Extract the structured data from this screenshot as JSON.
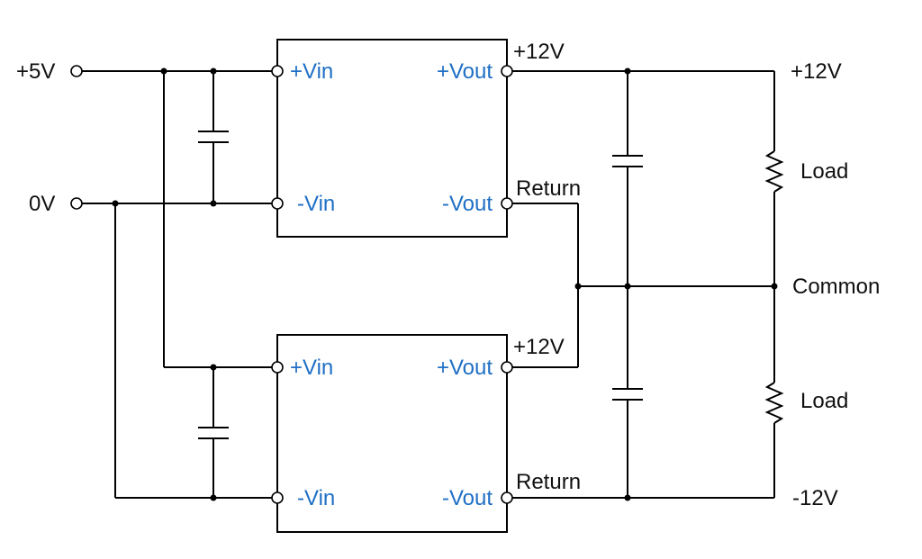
{
  "colors": {
    "wire": "#000000",
    "pin_label": "#1f6fc5",
    "text": "#111111"
  },
  "inputs": {
    "plus": "+5V",
    "zero": "0V"
  },
  "converter_top": {
    "vin_plus": "+Vin",
    "vin_minus": "-Vin",
    "vout_plus": "+Vout",
    "vout_minus": "-Vout",
    "out_plus_label": "+12V",
    "out_minus_label": "Return"
  },
  "converter_bottom": {
    "vin_plus": "+Vin",
    "vin_minus": "-Vin",
    "vout_plus": "+Vout",
    "vout_minus": "-Vout",
    "out_plus_label": "+12V",
    "out_minus_label": "Return"
  },
  "outputs": {
    "plus": "+12V",
    "common": "Common",
    "minus": "-12V"
  },
  "loads": {
    "top": "Load",
    "bottom": "Load"
  }
}
